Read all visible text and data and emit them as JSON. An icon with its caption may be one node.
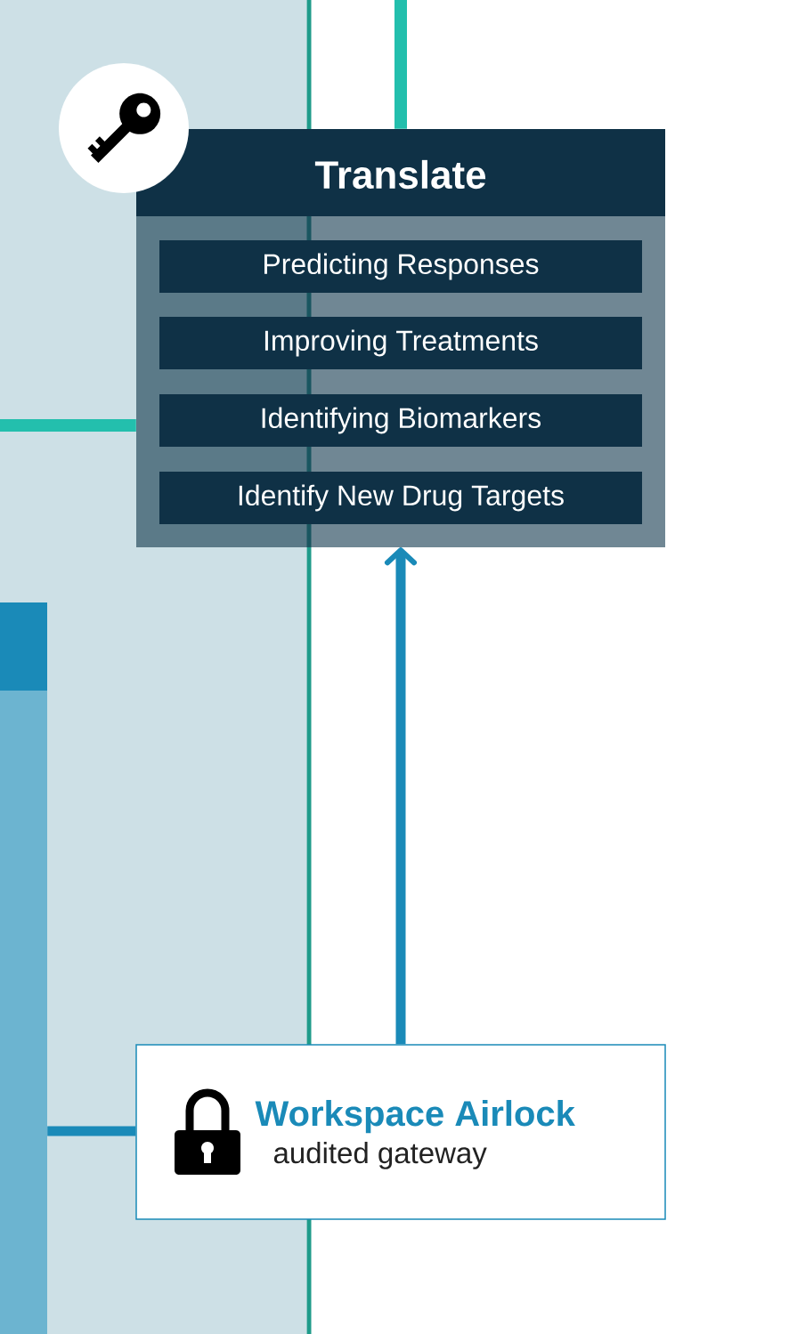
{
  "diagram": {
    "nodes": [
      {
        "text": [
          "Translate"
        ]
      },
      {
        "text": [
          "Predicting Responses"
        ],
        "in": 0
      },
      {
        "text": [
          "Improving Treatments"
        ],
        "in": 0
      },
      {
        "text": [
          "Identifying Biomarkers"
        ],
        "in": 0
      },
      {
        "text": [
          "Identify New Drug Targets"
        ],
        "in": 0
      },
      {
        "text": [
          "Workspace Airlock",
          "audited gateway"
        ]
      },
      {
        "text": [],
        "shape": "bar"
      }
    ],
    "edges": [
      {
        "from": null,
        "to": 0,
        "arrow": "none",
        "color": "#23bfad"
      },
      {
        "from": null,
        "to": 0,
        "arrow": "none",
        "color": "#23bfad"
      },
      {
        "from": 5,
        "to": 0,
        "arrow": "to"
      },
      {
        "from": 6,
        "to": 5,
        "arrow": "none"
      }
    ]
  }
}
